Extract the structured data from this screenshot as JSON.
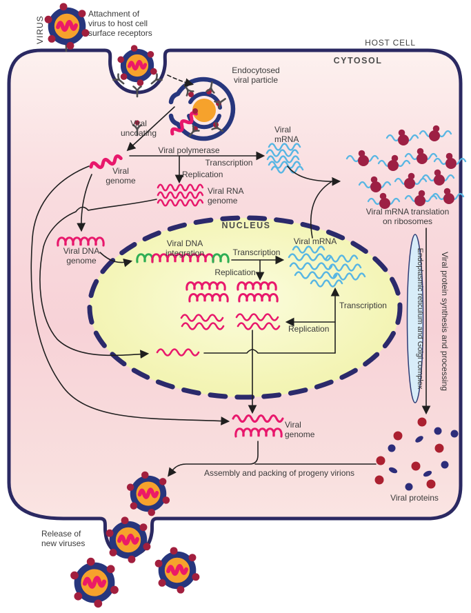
{
  "diagram_title": "Viral replication cycle in a host cell",
  "colors": {
    "membrane_navy": "#2b2962",
    "cytosol_pink": "#f7d4d8",
    "cytosol_light": "#fdf0ee",
    "nucleus_fill": "#f2f3ae",
    "nucleus_border": "#2b2a6b",
    "genome_pink": "#e8186c",
    "dna_green": "#2fae54",
    "mrna_blue": "#58b6e3",
    "ribosome_maroon": "#9d2044",
    "protein_red": "#ab2030",
    "protein_navy": "#2d2d7a",
    "capsid_orange": "#f6a22c",
    "capsid_ring_navy": "#27367d",
    "spike_red": "#a21f3e",
    "er_fill": "#d8edf9",
    "receptor_gray": "#4f4f4f",
    "arrow_black": "#1f1f1f"
  },
  "labels": {
    "virus": "VIRUS",
    "host_cell": "HOST CELL",
    "cytosol": "CYTOSOL",
    "nucleus": "NUCLEUS",
    "attach1": "Attachment of",
    "attach2": "virus to host cell",
    "attach3": "surface receptors",
    "endo1": "Endocytosed",
    "endo2": "viral particle",
    "uncoat1": "Viral",
    "uncoat2": "uncoating",
    "viral": "Viral",
    "genome": "genome",
    "mrna": "mRNA",
    "polymerase": "Viral polymerase",
    "transcription": "Transcription",
    "replication": "Replication",
    "rna1": "Viral RNA",
    "dna1": "Viral DNA",
    "integration2": "integration",
    "mrna_full": "Viral mRNA",
    "translation1": "Viral mRNA translation",
    "translation2": "on ribosomes",
    "assembly": "Assembly and packing of progeny virions",
    "proteins": "Viral proteins",
    "release1": "Release of",
    "release2": "new viruses",
    "er_golgi": "Endoplasmic reticulum and Golgi complex",
    "synthesis": "Viral protein synthesis and processing"
  }
}
